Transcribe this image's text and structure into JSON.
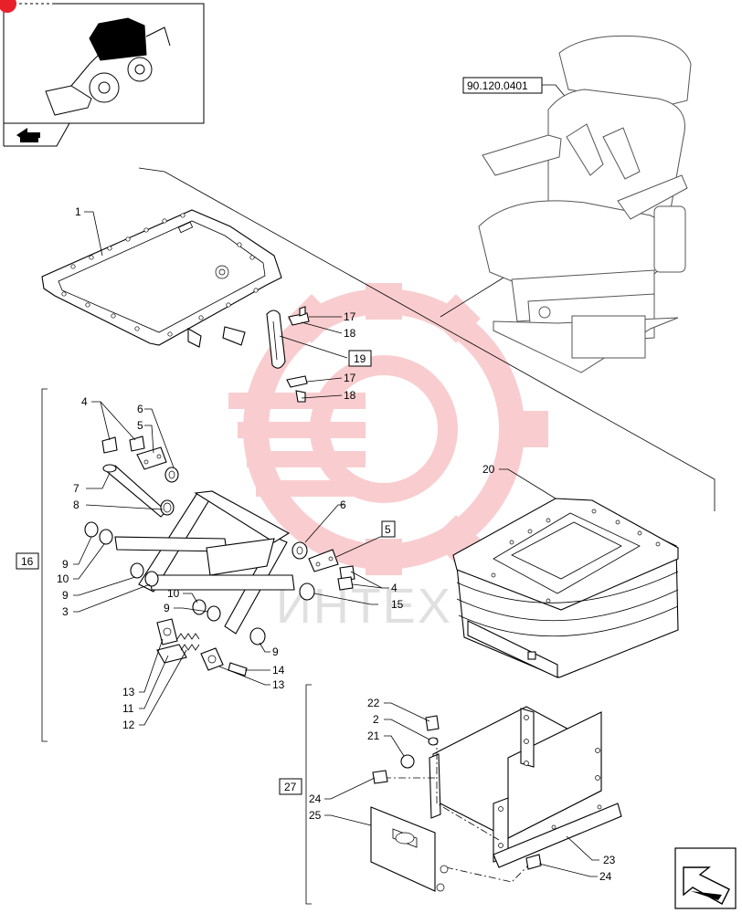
{
  "thumbnail": {
    "badge_color": "#e8202a"
  },
  "reference_box": {
    "label": "90.120.0401"
  },
  "boxed_labels": {
    "b19": "19",
    "b5": "5",
    "b16": "16",
    "b27": "27"
  },
  "callouts": {
    "c1": "1",
    "c17a": "17",
    "c18a": "18",
    "c17b": "17",
    "c18b": "18",
    "c4a": "4",
    "c6a": "6",
    "c5a": "5",
    "c7": "7",
    "c8": "8",
    "c9a": "9",
    "c10a": "10",
    "c9b": "9",
    "c3": "3",
    "c10b": "10",
    "c9c": "9",
    "c13a": "13",
    "c11": "11",
    "c12": "12",
    "c14": "14",
    "c13b": "13",
    "c9d": "9",
    "c6b": "6",
    "c4b": "4",
    "c15": "15",
    "c20": "20",
    "c22": "22",
    "c2": "2",
    "c21": "21",
    "c24a": "24",
    "c25": "25",
    "c23": "23",
    "c24b": "24"
  },
  "watermark": {
    "text": "ИНТЕХ",
    "color": "#e8202a"
  }
}
